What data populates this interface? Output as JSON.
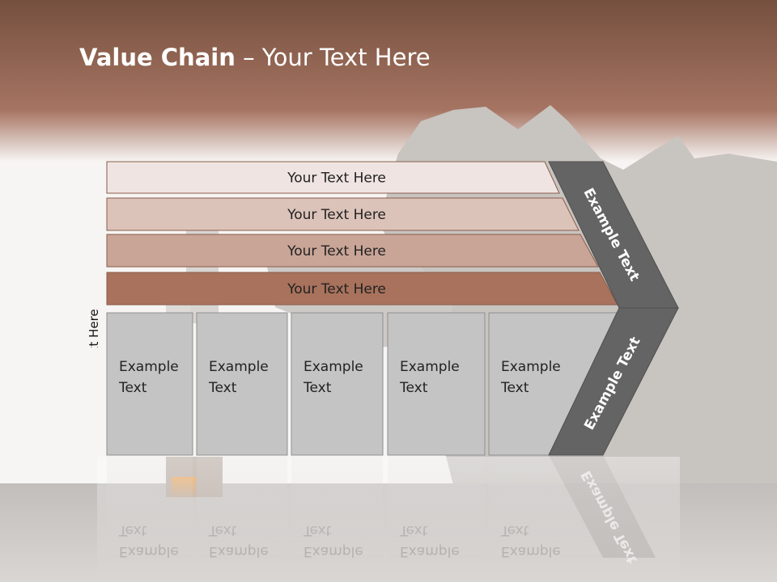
{
  "slide": {
    "title_bold": "Value Chain",
    "title_rest": " – Your Text Here",
    "side_label": "Your Text Here"
  },
  "rows": [
    {
      "label": "Your Text Here",
      "color": "#efe4e1"
    },
    {
      "label": "Your Text Here",
      "color": "#dcc3b9"
    },
    {
      "label": "Your Text Here",
      "color": "#c9a597"
    },
    {
      "label": "Your Text Here",
      "color": "#a8725c"
    }
  ],
  "columns": [
    {
      "line1": "Example",
      "line2": "Text"
    },
    {
      "line1": "Example",
      "line2": "Text"
    },
    {
      "line1": "Example",
      "line2": "Text"
    },
    {
      "line1": "Example",
      "line2": "Text"
    },
    {
      "line1": "Example",
      "line2": "Text"
    }
  ],
  "chevron": {
    "upper_label": "Example Text",
    "lower_label": "Example Text",
    "color": "#646464"
  },
  "colors": {
    "header_top": "#7a5140",
    "header_bottom": "#a57460",
    "column_fill": "#c4c4c4",
    "silhouette": "#c7c3bf"
  }
}
